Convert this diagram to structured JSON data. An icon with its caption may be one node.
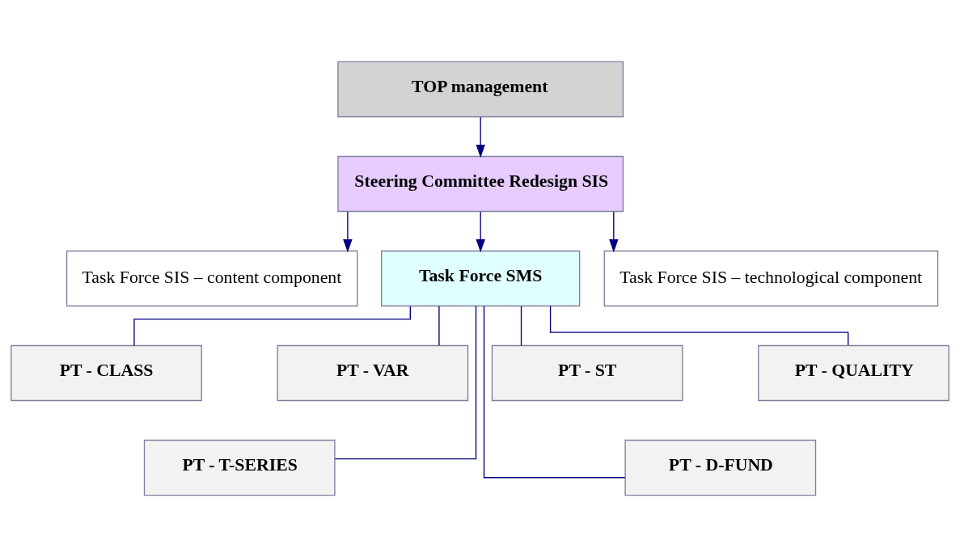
{
  "diagram": {
    "nodes": [
      {
        "text": [
          "TOP management"
        ]
      },
      {
        "text": [
          "Steering Committee Redesign SIS"
        ]
      },
      {
        "text": [
          "Task Force SIS – content component"
        ]
      },
      {
        "text": [
          "Task Force SMS"
        ]
      },
      {
        "text": [
          "Task Force SIS – technological component"
        ]
      },
      {
        "text": [
          "PT - CLASS"
        ]
      },
      {
        "text": [
          "PT - T-SERIES"
        ]
      },
      {
        "text": [
          "PT - VAR"
        ]
      },
      {
        "text": [
          "PT - ST"
        ]
      },
      {
        "text": [
          "PT - D-FUND"
        ]
      },
      {
        "text": [
          "PT - QUALITY"
        ]
      }
    ],
    "edges": [
      {
        "from": 0,
        "to": 1,
        "arrow": "to"
      },
      {
        "from": 1,
        "to": 2,
        "arrow": "to"
      },
      {
        "from": 1,
        "to": 3,
        "arrow": "to"
      },
      {
        "from": 1,
        "to": 4,
        "arrow": "to"
      },
      {
        "from": 3,
        "to": 5,
        "arrow": "none"
      },
      {
        "from": 3,
        "to": 6,
        "arrow": "none"
      },
      {
        "from": 3,
        "to": 7,
        "arrow": "none"
      },
      {
        "from": 3,
        "to": 8,
        "arrow": "none"
      },
      {
        "from": 3,
        "to": 9,
        "arrow": "none"
      },
      {
        "from": 3,
        "to": 10,
        "arrow": "none"
      }
    ]
  }
}
